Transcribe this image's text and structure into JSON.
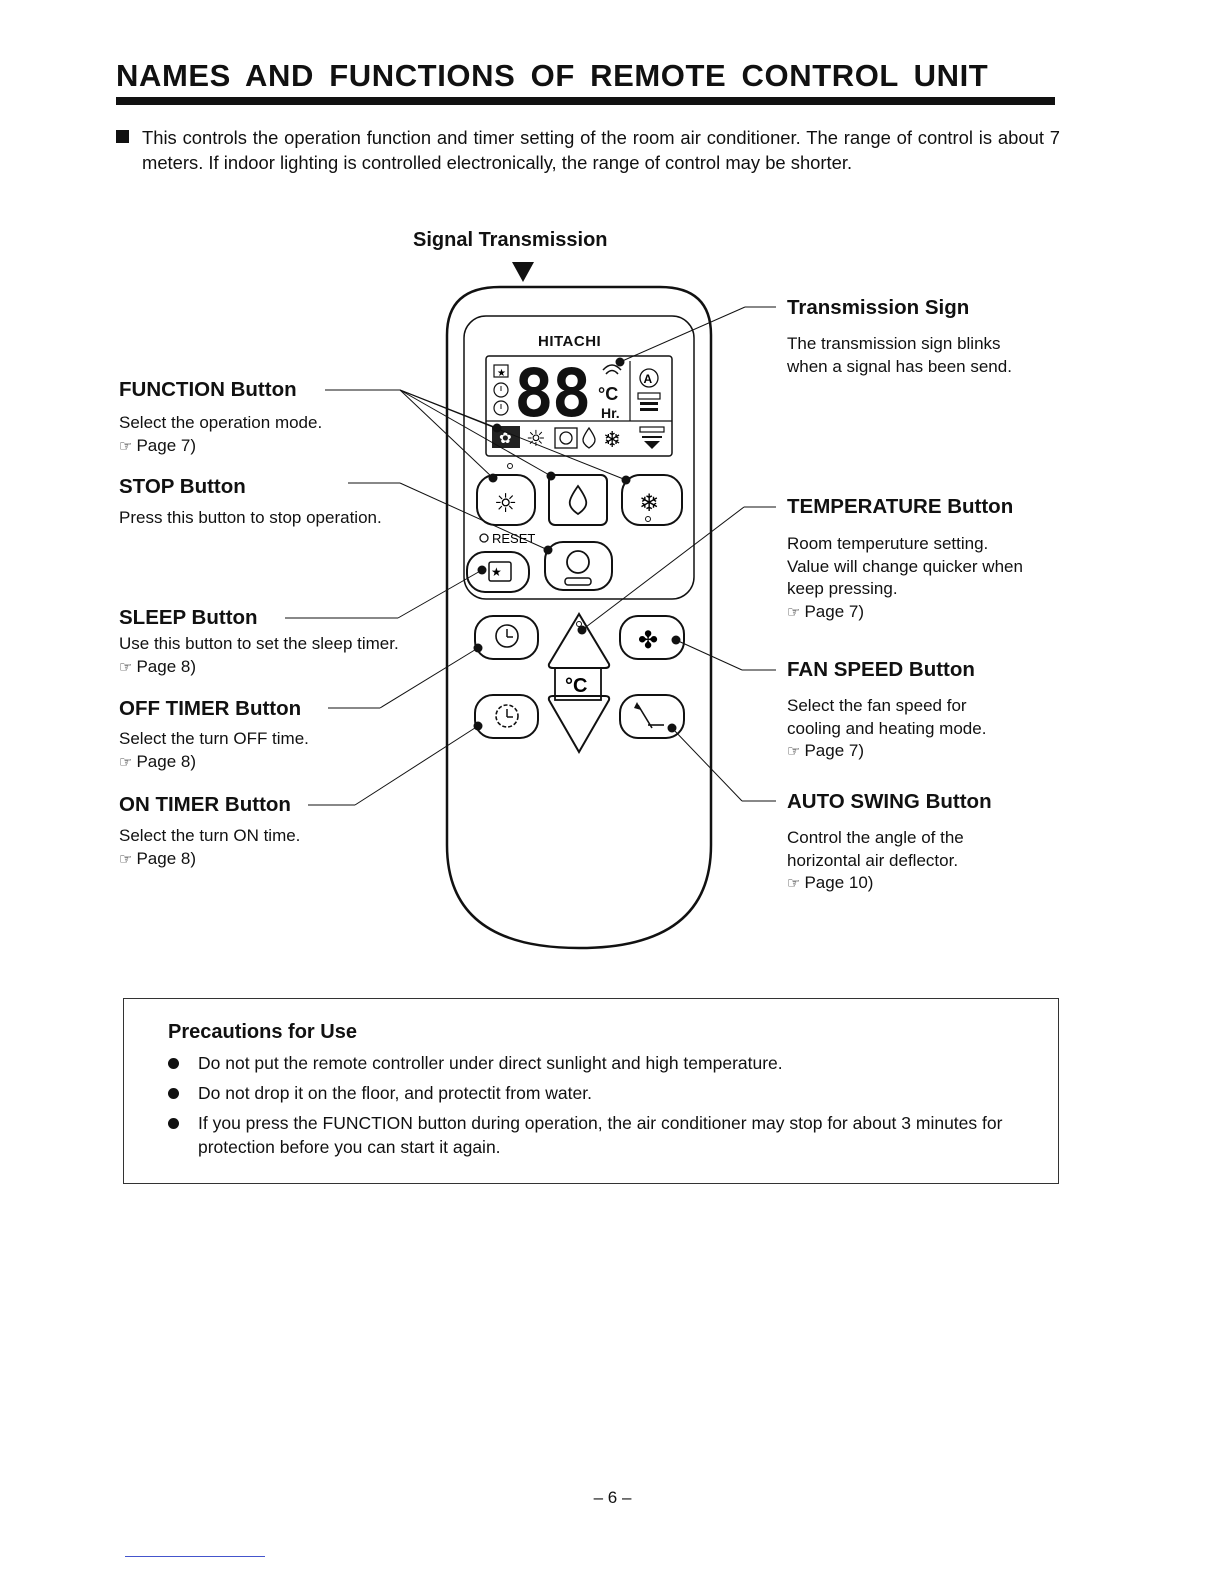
{
  "page": {
    "title": "NAMES AND FUNCTIONS OF REMOTE CONTROL UNIT",
    "intro": "This controls the operation function and timer setting of the room air conditioner. The range of control is about 7 meters. If indoor lighting is controlled electronically, the range of control may be shorter.",
    "page_number": "– 6 –"
  },
  "remote": {
    "signal_label": "Signal Transmission",
    "brand": "HITACHI",
    "reset_label": "RESET",
    "display_digits": "88",
    "display_unit_celsius": "°C",
    "display_unit_hours": "Hr.",
    "temp_key_label": "°C"
  },
  "labels": {
    "function": {
      "title": "FUNCTION Button",
      "lines": [
        "Select the operation mode."
      ],
      "page": "Page 7)"
    },
    "stop": {
      "title": "STOP Button",
      "lines": [
        "Press this button to stop operation."
      ],
      "page": ""
    },
    "sleep": {
      "title": "SLEEP Button",
      "lines": [
        "Use this button to set the sleep timer."
      ],
      "page": "Page 8)"
    },
    "off_timer": {
      "title": "OFF TIMER Button",
      "lines": [
        "Select the turn OFF time."
      ],
      "page": "Page 8)"
    },
    "on_timer": {
      "title": "ON TIMER Button",
      "lines": [
        "Select the turn ON time."
      ],
      "page": "Page 8)"
    },
    "transmission": {
      "title": "Transmission Sign",
      "lines": [
        "The transmission sign blinks",
        "when a signal has been send."
      ],
      "page": ""
    },
    "temperature": {
      "title": "TEMPERATURE Button",
      "lines": [
        "Room temperuture setting.",
        "Value will change quicker when",
        "keep pressing."
      ],
      "page": "Page 7)"
    },
    "fan_speed": {
      "title": "FAN SPEED Button",
      "lines": [
        "Select the fan speed for",
        "cooling and heating mode."
      ],
      "page": "Page 7)"
    },
    "auto_swing": {
      "title": "AUTO SWING Button",
      "lines": [
        "Control the angle of the",
        "horizontal air deflector."
      ],
      "page": "Page 10)"
    }
  },
  "precautions": {
    "title": "Precautions for Use",
    "items": [
      "Do not put the remote controller under direct sunlight and high temperature.",
      "Do not drop it on the floor, and protectit from water.",
      "If you press the FUNCTION button during operation, the air conditioner may stop for about 3 minutes for protection before you can start it again."
    ]
  },
  "icons": {
    "pointer": "hand-pointer-icon",
    "heat": "sun-icon",
    "dry": "droplet-icon",
    "cool": "snowflake-icon",
    "stop": "power-circle-icon",
    "sleep": "star-box-icon",
    "off_timer": "clock-off-icon",
    "on_timer": "clock-on-icon",
    "fan": "fan-icon",
    "swing": "swing-arrow-icon"
  }
}
